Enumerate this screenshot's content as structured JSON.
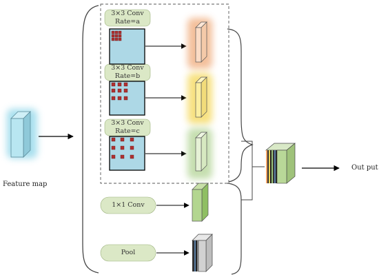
{
  "input": {
    "label": "Feature map"
  },
  "output": {
    "label": "Out put"
  },
  "branches": [
    {
      "kernel": "3×3 Conv",
      "rate": "Rate=a"
    },
    {
      "kernel": "3×3 Conv",
      "rate": "Rate=b"
    },
    {
      "kernel": "3×3 Conv",
      "rate": "Rate=c"
    },
    {
      "kernel": "1×1 Conv"
    },
    {
      "kernel": "Pool"
    }
  ],
  "colors": {
    "pill_fill": "#dbe8c6",
    "grid_fill": "#add8e6",
    "dot_fill": "#b03030",
    "glow_orange": "#f2b58a",
    "glow_yellow": "#f6dc6a",
    "glow_green": "#bcd9a2",
    "input_glow": "#9fdcec"
  }
}
